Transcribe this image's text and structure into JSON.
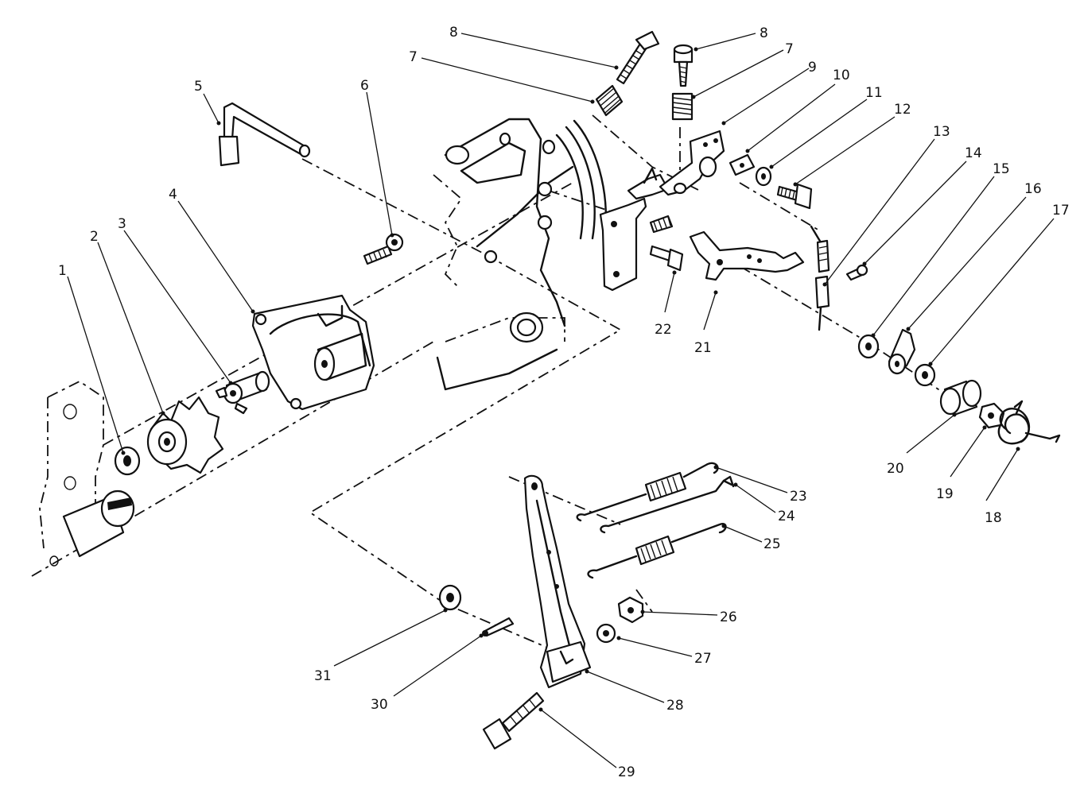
{
  "labels": {
    "l1": "1",
    "l2": "2",
    "l3": "3",
    "l4": "4",
    "l5": "5",
    "l6": "6",
    "l7a": "7",
    "l8a": "8",
    "l7b": "7",
    "l8b": "8",
    "l9": "9",
    "l10": "10",
    "l11": "11",
    "l12": "12",
    "l13": "13",
    "l14": "14",
    "l15": "15",
    "l16": "16",
    "l17": "17",
    "l18": "18",
    "l19": "19",
    "l20": "20",
    "l21": "21",
    "l22": "22",
    "l23": "23",
    "l24": "24",
    "l25": "25",
    "l26": "26",
    "l27": "27",
    "l28": "28",
    "l29": "29",
    "l30": "30",
    "l31": "31"
  }
}
